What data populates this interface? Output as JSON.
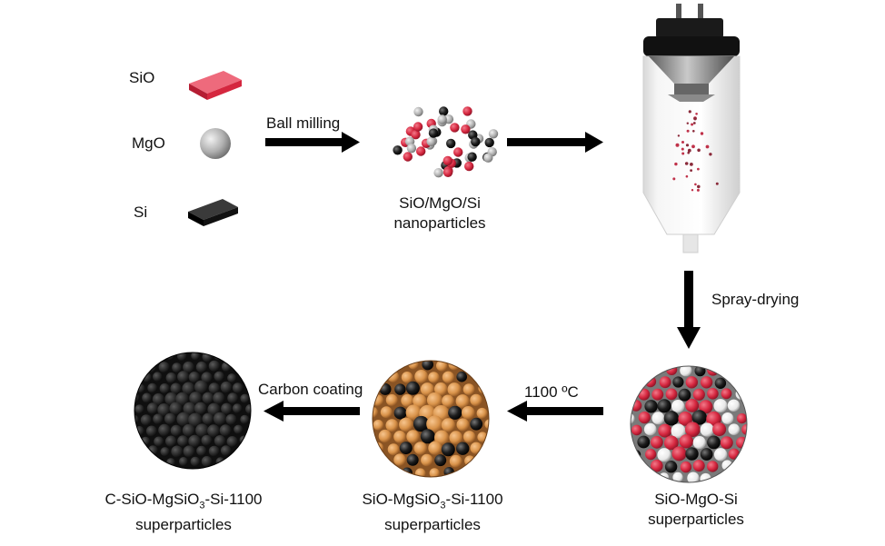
{
  "materials": {
    "sio": "SiO",
    "mgo": "MgO",
    "si": "Si"
  },
  "steps": {
    "ball_milling": "Ball milling",
    "spray_drying": "Spray-drying",
    "heating": "1100 ºC",
    "carbon_coating": "Carbon coating"
  },
  "products": {
    "nanoparticles": {
      "line1": "SiO/MgO/Si",
      "line2": "nanoparticles"
    },
    "sio_mgo_si": {
      "line1": "SiO-MgO-Si",
      "line2": "superparticles"
    },
    "sio_mgsio3": {
      "prefix": "SiO-MgSiO",
      "sub": "3",
      "suffix": "-Si-1100",
      "line2": "superparticles"
    },
    "c_sio_mgsio3": {
      "prefix": "C-SiO-MgSiO",
      "sub": "3",
      "suffix": "-Si-1100",
      "line2": "superparticles"
    }
  },
  "colors": {
    "sio_red": "#d5273f",
    "mgo_gray": "#a9a9a9",
    "si_black": "#111111",
    "mgsio3_orange": "#d9934a",
    "carbon_black": "#2a2a2a"
  }
}
